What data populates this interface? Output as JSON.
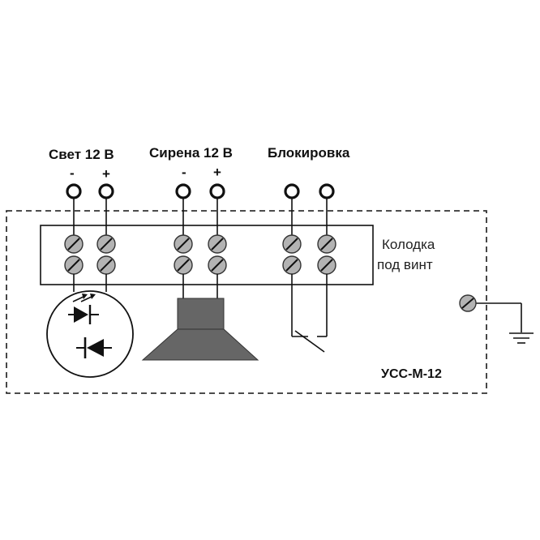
{
  "headings": {
    "light": "Свет 12 В",
    "siren": "Сирена 12 В",
    "block": "Блокировка"
  },
  "polarity": {
    "light_minus": "-",
    "light_plus": "+",
    "siren_minus": "-",
    "siren_plus": "+"
  },
  "block_label": {
    "line1": "Колодка",
    "line2": "под винт"
  },
  "device_model": "УСС-М-12",
  "colors": {
    "line": "#111111",
    "screw_fill": "#b3b3b3",
    "speaker_fill": "#666666",
    "enclosure_dash": "#333333"
  },
  "icons": [
    "terminal-ring-icon",
    "screw-terminal-icon",
    "led-icon",
    "diode-icon",
    "speaker-icon",
    "switch-icon",
    "ground-icon"
  ]
}
